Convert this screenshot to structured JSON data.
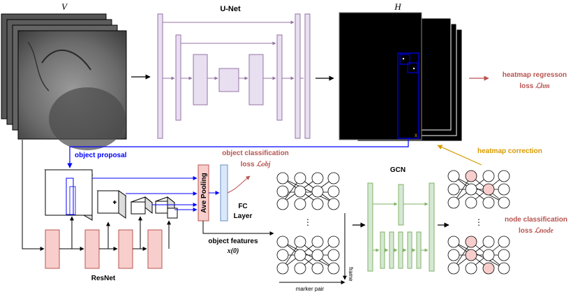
{
  "labels": {
    "video_input": "V",
    "unet": "U-Net",
    "heatmap_output": "H",
    "heatmap_loss_line1": "heatmap regresson",
    "heatmap_loss_line2": "loss ",
    "heatmap_loss_math": "ℒhm",
    "object_proposal": "object proposal",
    "object_classification_line1": "object classification",
    "object_classification_line2": "loss ",
    "object_classification_math": "ℒobj",
    "ave_pooling": "Ave Pooling",
    "fc_layer_line1": "FC",
    "fc_layer_line2": "Layer",
    "object_features_line1": "object features",
    "object_features_math": "x(0)",
    "resnet": "ResNet",
    "gcn": "GCN",
    "heatmap_correction": "heatmap correction",
    "node_classification_line1": "node classification",
    "node_classification_line2": "loss ",
    "node_classification_math": "ℒnode",
    "axis_frame": "frame",
    "axis_marker_pair": "marker pair",
    "ellipsis": "⋮",
    "marker_x": "x"
  },
  "colors": {
    "unet_fill": "#e8dff0",
    "unet_stroke": "#9673a6",
    "resnet_fill": "#f8cecc",
    "resnet_stroke": "#b85450",
    "gcn_fill": "#d5e8d4",
    "gcn_stroke": "#82b366",
    "fc_fill": "#dae8fc",
    "fc_stroke": "#6c8ebf",
    "loss_text": "#b85450",
    "proposal_blue": "#0000ff",
    "correction_gold": "#d79b00",
    "node_pink": "#f8cecc"
  }
}
